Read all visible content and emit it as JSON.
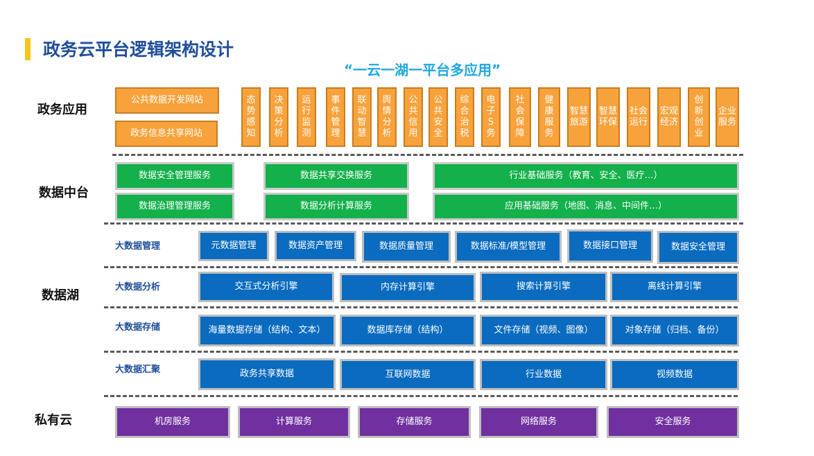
{
  "header": {
    "title": "政务云平台逻辑架构设计",
    "slogan": "“一云一湖一平台多应用”"
  },
  "layers": {
    "apps": "政务应用",
    "data_mid": "数据中台",
    "lake": "数据湖",
    "private": "私有云"
  },
  "lake_rows": {
    "mgmt": "大数据管理",
    "analysis": "大数据分析",
    "storage": "大数据存储",
    "gather": "大数据汇聚"
  },
  "apps": {
    "websites": [
      "公共数据开发网站",
      "政务信息共享网站"
    ],
    "items": [
      "态势感知",
      "决策分析",
      "运行监测",
      "事件管理",
      "联动智慧",
      "舆情分析",
      "公共信用",
      "公共安全",
      "综合治税",
      "电子S务",
      "社会保障",
      "健康服务",
      "智慧旅游",
      "智慧环保",
      "社会运行",
      "宏观经济",
      "创新创业",
      "企业服务"
    ]
  },
  "data_mid": {
    "left": [
      "数据安全管理服务",
      "数据治理管理服务"
    ],
    "middle": [
      "数据共享交换服务",
      "数据分析计算服务"
    ],
    "right": [
      "行业基础服务（教育、安全、医疗…）",
      "应用基础服务（地图、消息、中间件…）"
    ]
  },
  "lake": {
    "mgmt": [
      "元数据管理",
      "数据资产管理",
      "数据质量管理",
      "数据标准/模型管理",
      "数据接口管理",
      "数据安全管理"
    ],
    "analysis": [
      "交互式分析引擎",
      "内存计算引擎",
      "搜索计算引擎",
      "离线计算引擎"
    ],
    "storage": [
      "海量数据存储（结构、文本）",
      "数据库存储（结构）",
      "文件存储（视频、图像）",
      "对象存储（归档、备份）"
    ],
    "gather": [
      "政务共享数据",
      "互联网数据",
      "行业数据",
      "视频数据"
    ]
  },
  "private_cloud": [
    "机房服务",
    "计算服务",
    "存储服务",
    "网络服务",
    "安全服务"
  ],
  "colors": {
    "orange": "#F7A23B",
    "green": "#13B04B",
    "blue": "#0A6BBF",
    "purple": "#7030A0",
    "title": "#1F4E9A",
    "slogan": "#1FA8E0",
    "accent_bar": "#F5C518"
  }
}
